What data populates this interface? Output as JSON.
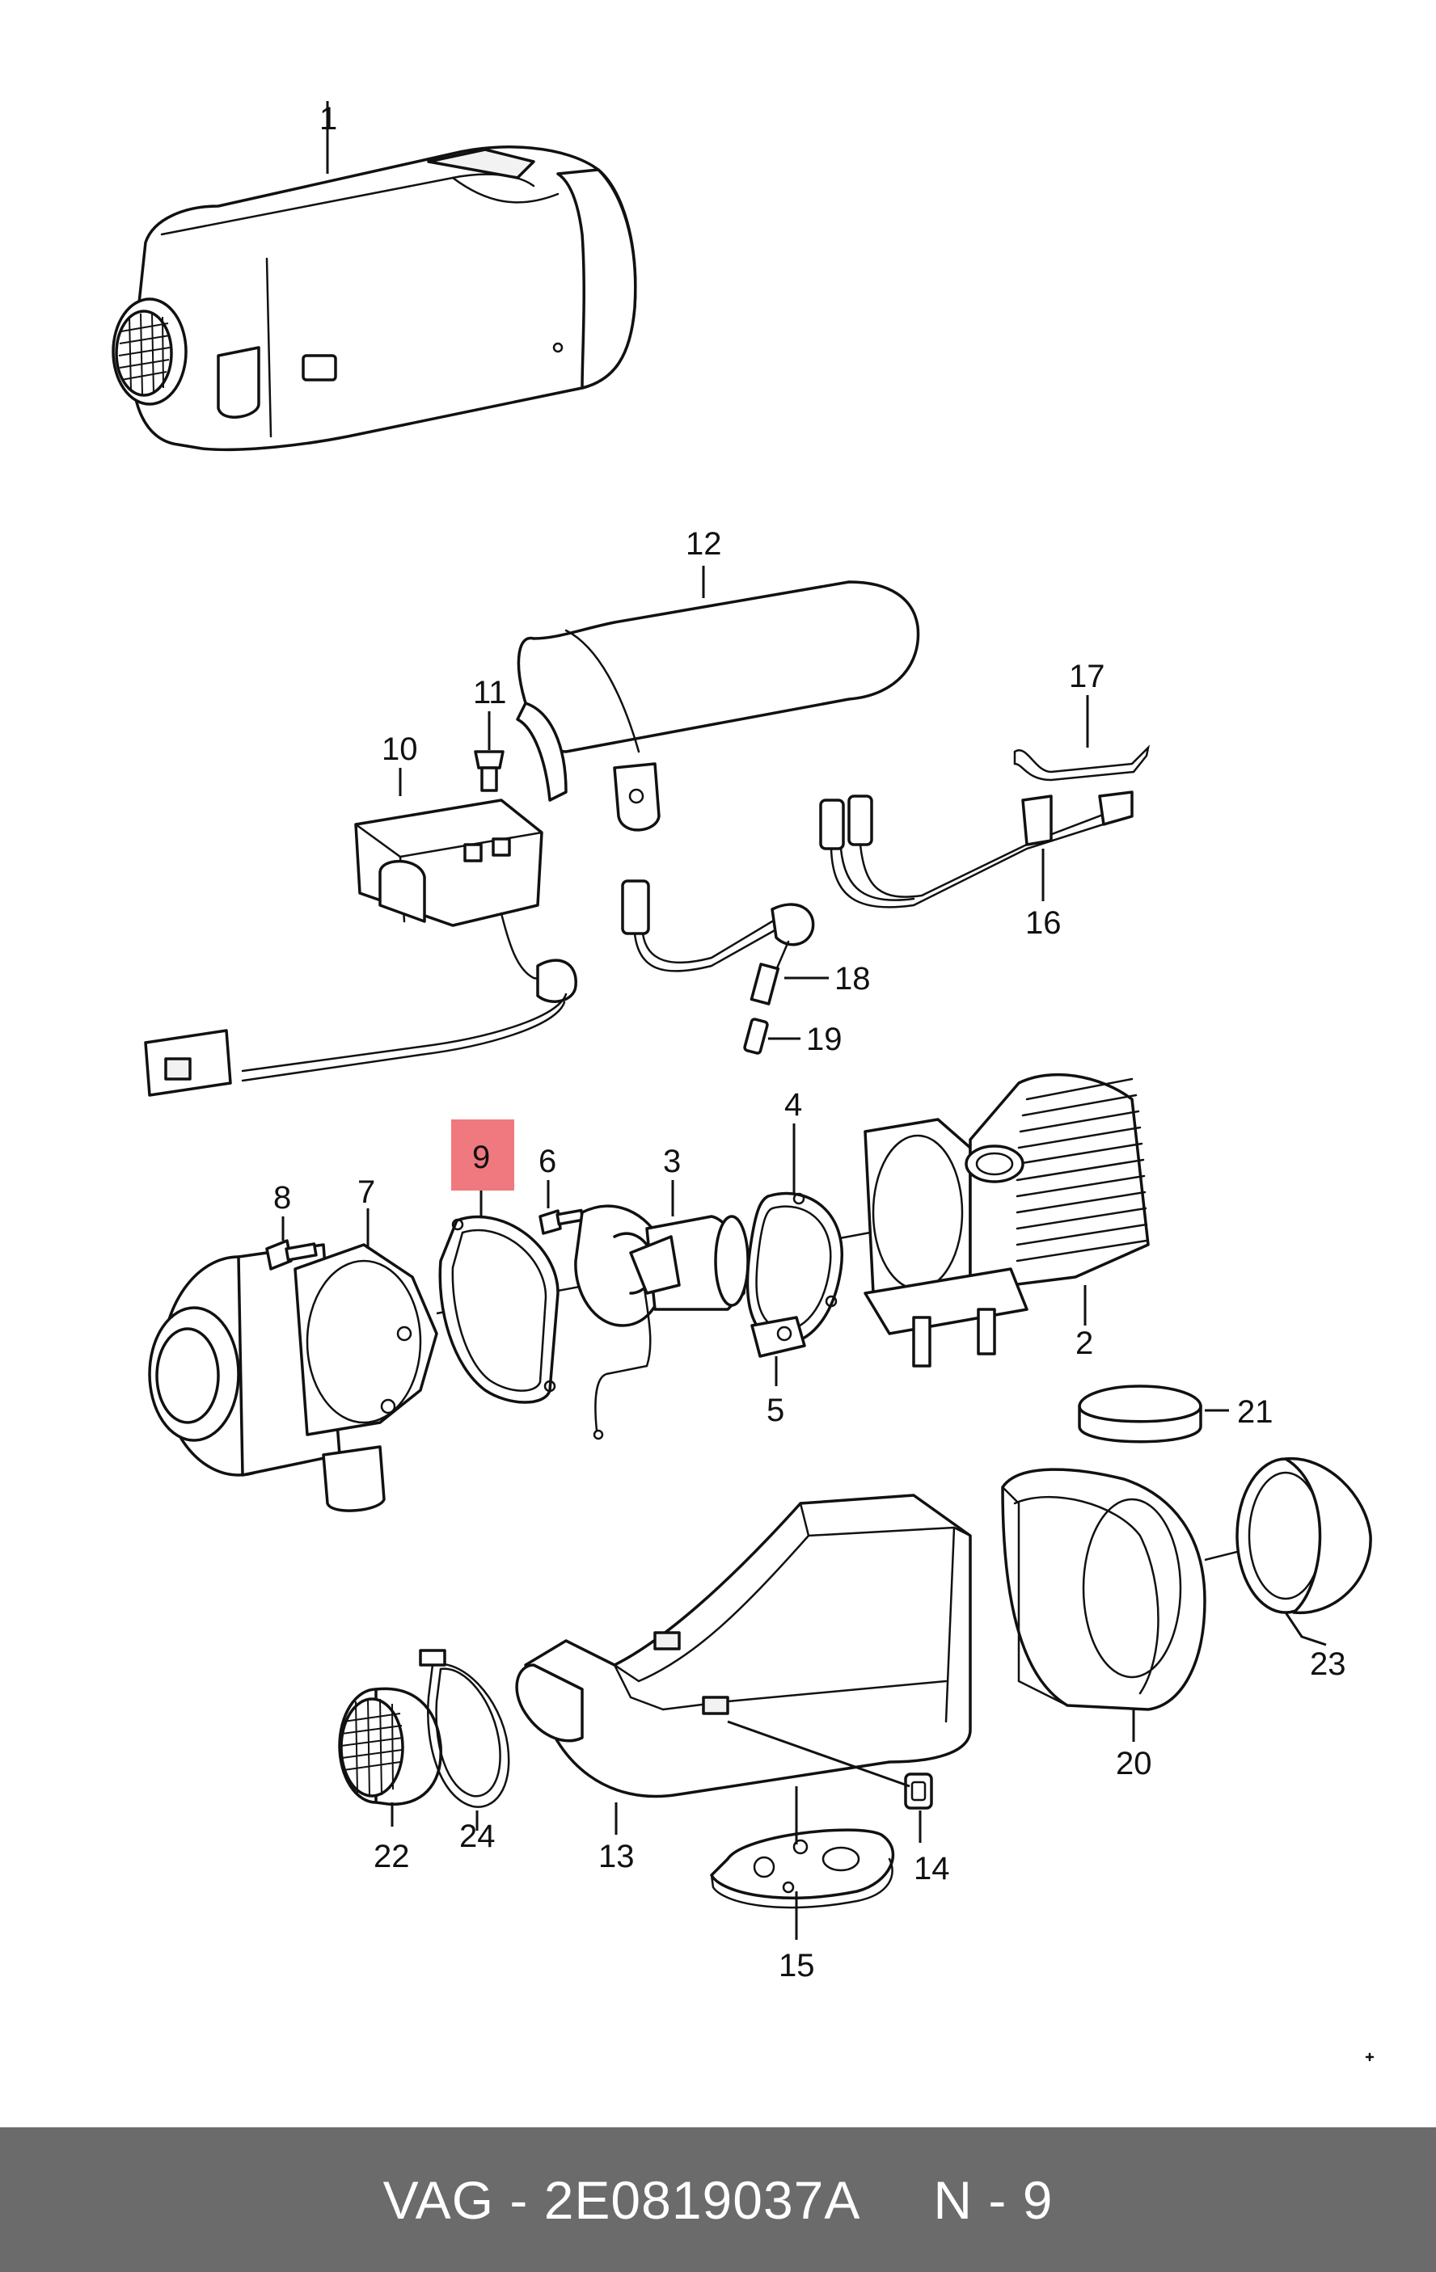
{
  "colors": {
    "highlight": "#f0787f",
    "footer_bg": "#6b6b6b",
    "footer_text": "#ffffff",
    "line": "#111111"
  },
  "callouts": {
    "c1": "1",
    "c2": "2",
    "c3": "3",
    "c4": "4",
    "c5": "5",
    "c6": "6",
    "c7": "7",
    "c8": "8",
    "c9": "9",
    "c10": "10",
    "c11": "11",
    "c12": "12",
    "c13": "13",
    "c14": "14",
    "c15": "15",
    "c16": "16",
    "c17": "17",
    "c18": "18",
    "c19": "19",
    "c20": "20",
    "c21": "21",
    "c22": "22",
    "c23": "23",
    "c24": "24"
  },
  "highlighted_part": "9",
  "footer": {
    "brand_part": "VAG - 2E0819037A",
    "page_ref": "N - 9"
  }
}
